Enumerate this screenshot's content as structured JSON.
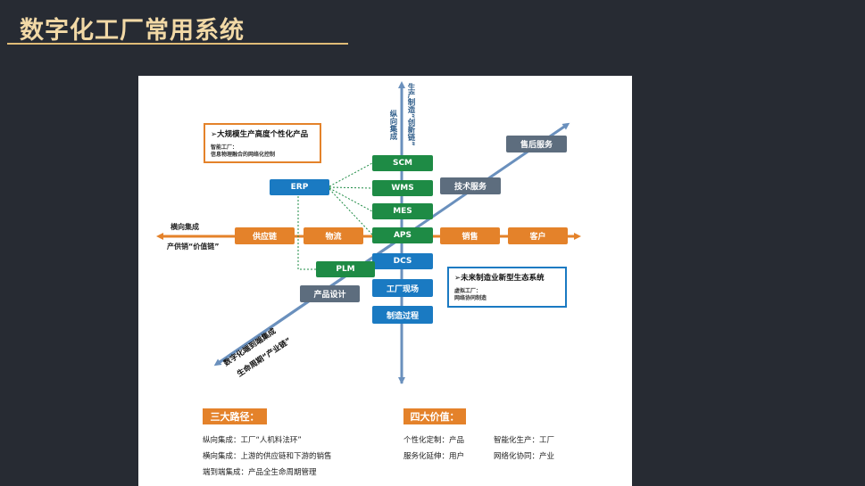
{
  "slide": {
    "title": "数字化工厂常用系统"
  },
  "axes": {
    "vertical_top": "生产制造“创新链”",
    "vertical_side": "纵向集成",
    "horizontal_1": "横向集成",
    "horizontal_2": "产供销“价值链”",
    "diagonal_1": "数字化端到端集成",
    "diagonal_2": "生命周期“产业链”"
  },
  "nodes": {
    "scm": "SCM",
    "wms": "WMS",
    "mes": "MES",
    "aps": "APS",
    "dcs": "DCS",
    "erp": "ERP",
    "plm": "PLM",
    "supply_chain": "供应链",
    "logistics": "物流",
    "sales": "销售",
    "customer": "客户",
    "factory_site": "工厂现场",
    "manufacturing_process": "制造过程",
    "product_design": "产品设计",
    "tech_service": "技术服务",
    "after_sales": "售后服务"
  },
  "notes": {
    "smart_factory": {
      "heading": "➢大规模生产高度个性化产品",
      "line1": "智能工厂：",
      "line2": "信息物理融合的网络化控制"
    },
    "virtual_factory": {
      "heading": "➢未来制造业新型生态系统",
      "line1": "虚拟工厂：",
      "line2": "网络协同制造"
    }
  },
  "paths": {
    "badge": "三大路径：",
    "items": [
      "纵向集成：工厂“人机料法环”",
      "横向集成：上游的供应链和下游的销售",
      "端到端集成：产品全生命周期管理"
    ]
  },
  "values": {
    "badge": "四大价值：",
    "items": [
      "个性化定制：产品",
      "智能化生产：工厂",
      "服务化延伸：用户",
      "网络化协同：产业"
    ]
  },
  "colors": {
    "background": "#272b33",
    "title": "#f2d9a6",
    "green": "#1e8b45",
    "blue": "#1a7ac2",
    "orange": "#e4822a",
    "gray": "#5d6d7e",
    "axis": "#6a90bd"
  }
}
